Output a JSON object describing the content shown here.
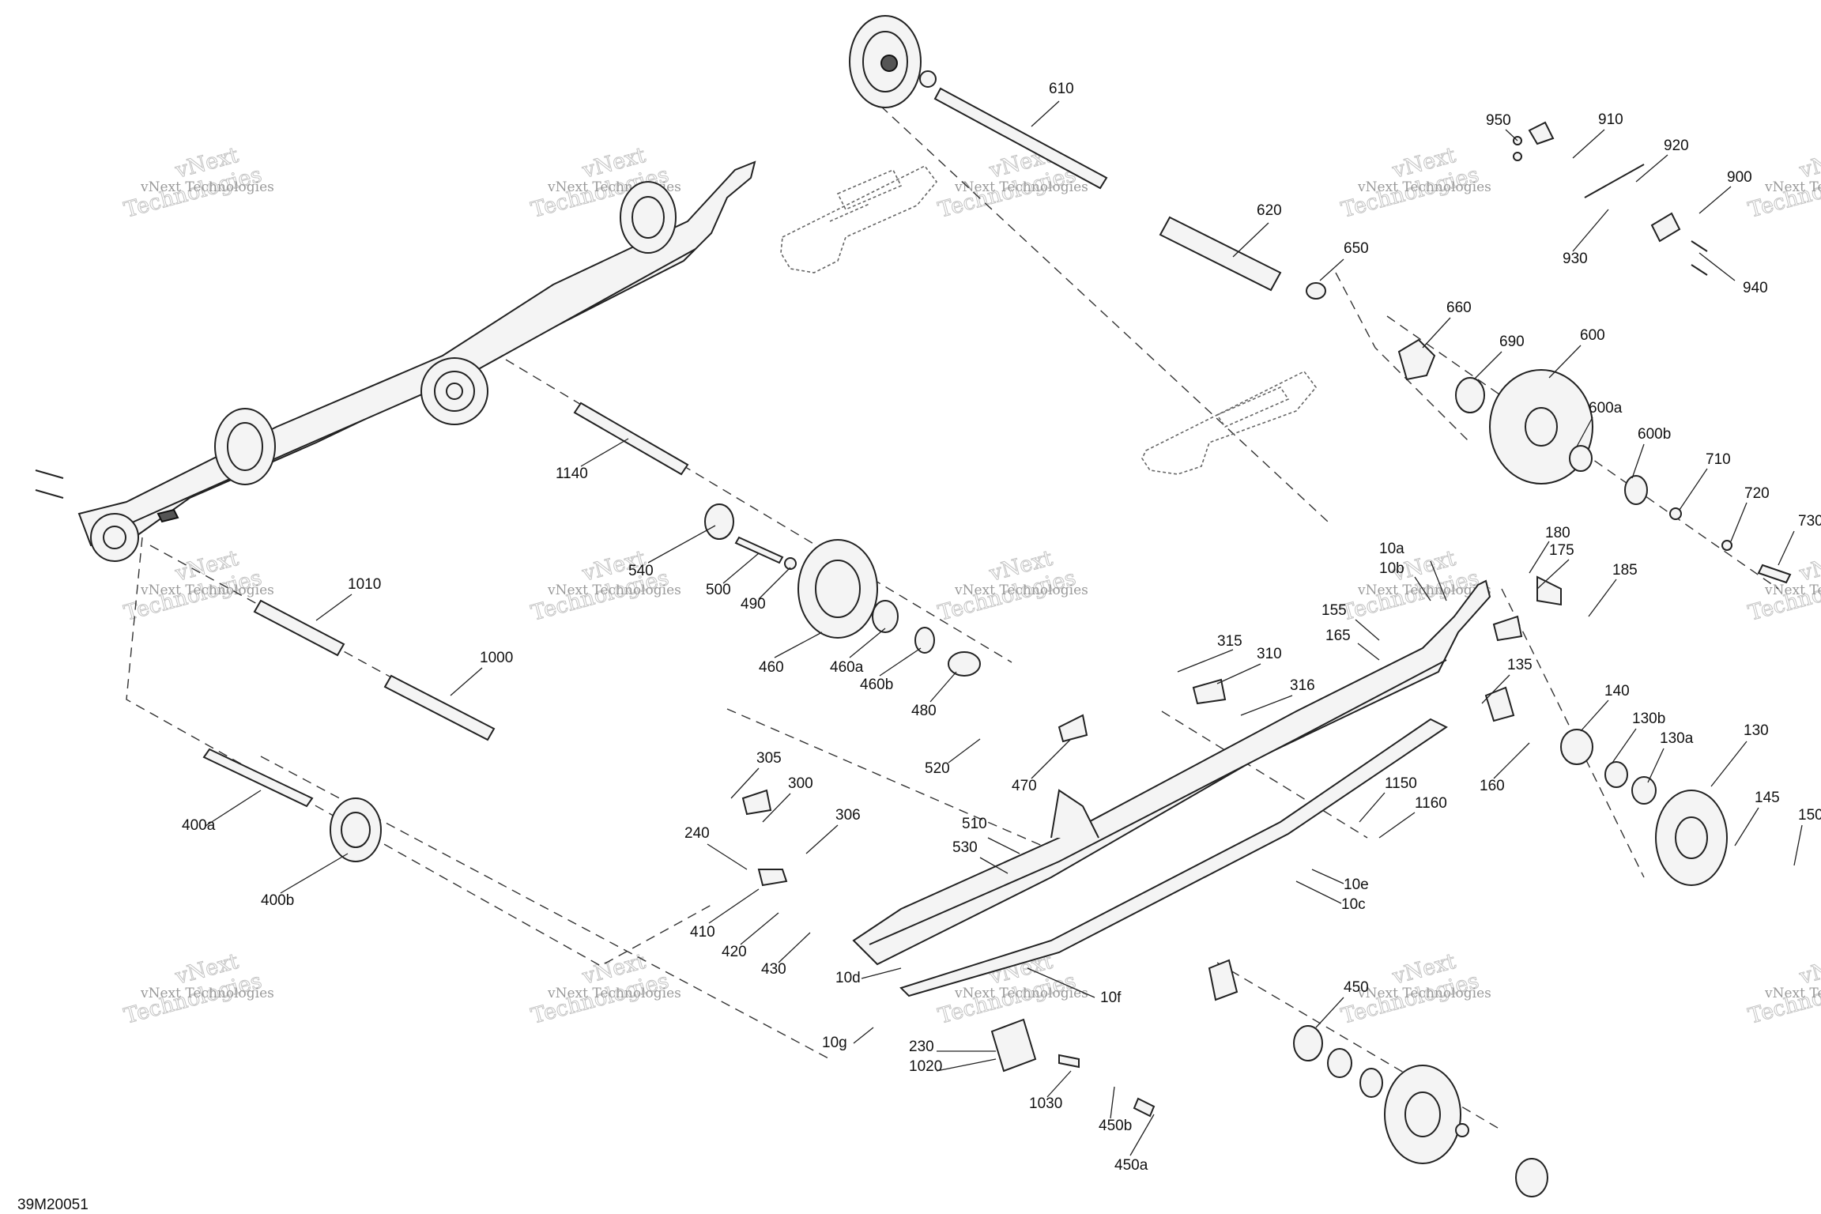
{
  "diagram_code": "39M20051",
  "watermark": {
    "line1": "vNext Technologies",
    "line2": "vNext",
    "line3": "Technologies"
  },
  "callouts": [
    "610",
    "620",
    "650",
    "950",
    "910",
    "920",
    "900",
    "930",
    "940",
    "660",
    "690",
    "600",
    "600a",
    "600b",
    "710",
    "720",
    "730",
    "1140",
    "540",
    "500",
    "490",
    "460",
    "460a",
    "460b",
    "480",
    "1010",
    "1000",
    "400a",
    "400b",
    "305",
    "300",
    "306",
    "240",
    "410",
    "420",
    "430",
    "520",
    "470",
    "10a",
    "10b",
    "180",
    "175",
    "185",
    "155",
    "165",
    "315",
    "310",
    "316",
    "135",
    "140",
    "130b",
    "130a",
    "130",
    "160",
    "145",
    "150",
    "1150",
    "1160",
    "510",
    "530",
    "10e",
    "10c",
    "10d",
    "10f",
    "10g",
    "230",
    "1020",
    "1030",
    "450b",
    "450a",
    "450"
  ],
  "parts": [
    {
      "id": "idler_wheel_top",
      "name": "idler wheel"
    },
    {
      "id": "shaft_610",
      "name": "shaft"
    },
    {
      "id": "spacer_620",
      "name": "spacer"
    },
    {
      "id": "washer_650",
      "name": "washer"
    },
    {
      "id": "rail_left",
      "name": "slide rail"
    },
    {
      "id": "rail_right",
      "name": "slide rail"
    },
    {
      "id": "wheel_600",
      "name": "wheel"
    },
    {
      "id": "wheel_460",
      "name": "wheel"
    },
    {
      "id": "wheel_400b",
      "name": "wheel"
    },
    {
      "id": "wheel_130",
      "name": "wheel"
    },
    {
      "id": "wheel_450",
      "name": "wheel"
    }
  ]
}
